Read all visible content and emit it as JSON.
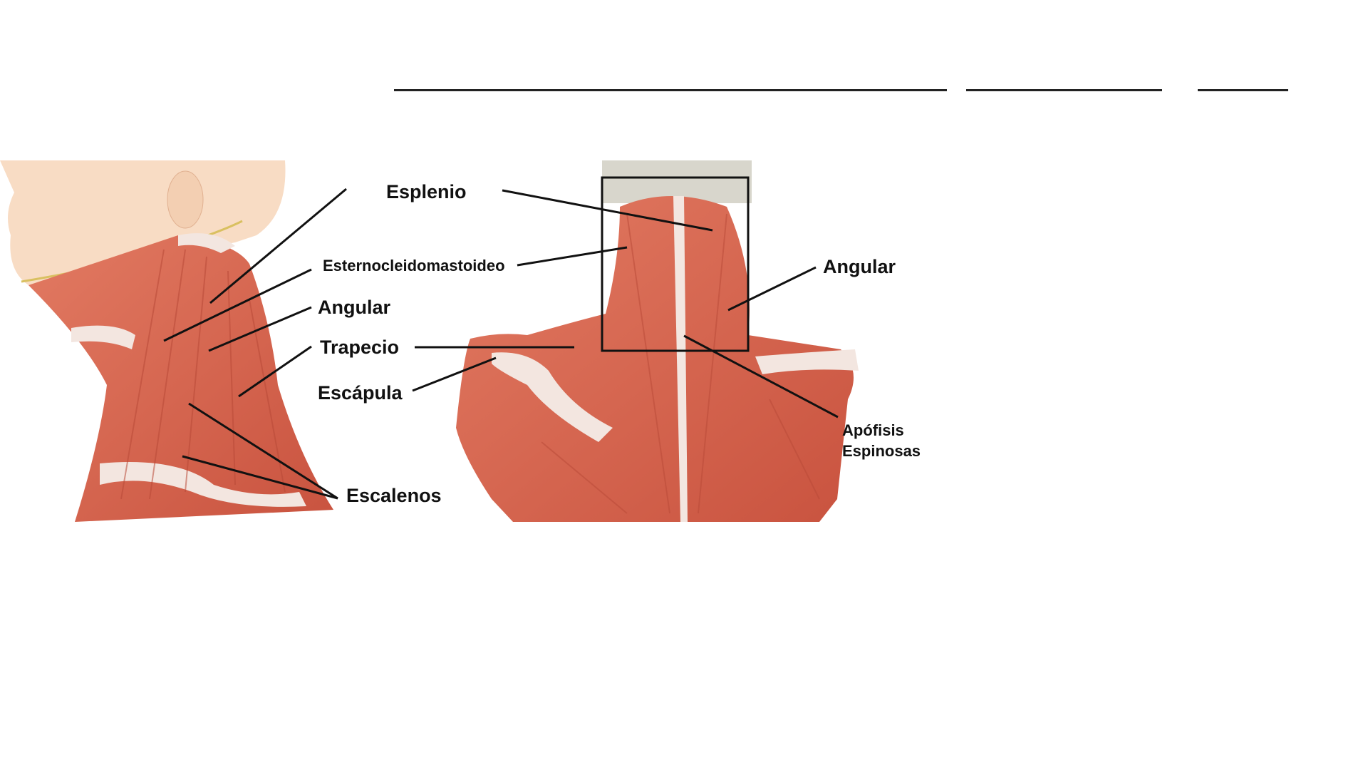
{
  "blanks": 3,
  "diagram": {
    "labels": {
      "esplenio": "Esplenio",
      "esternocleidomastoideo": "Esternocleidomastoideo",
      "angular_left": "Angular",
      "trapecio": "Trapecio",
      "escapula": "Escápula",
      "escalenos": "Escalenos",
      "angular_right": "Angular",
      "apofisis_1": "Apófisis",
      "apofisis_2": "Espinosas"
    },
    "colors": {
      "muscle": "#d9654f",
      "muscle_dark": "#b94a38",
      "tendon": "#f3e6e0",
      "skin": "#f8dcc4",
      "bone": "#d8d6cc"
    }
  }
}
